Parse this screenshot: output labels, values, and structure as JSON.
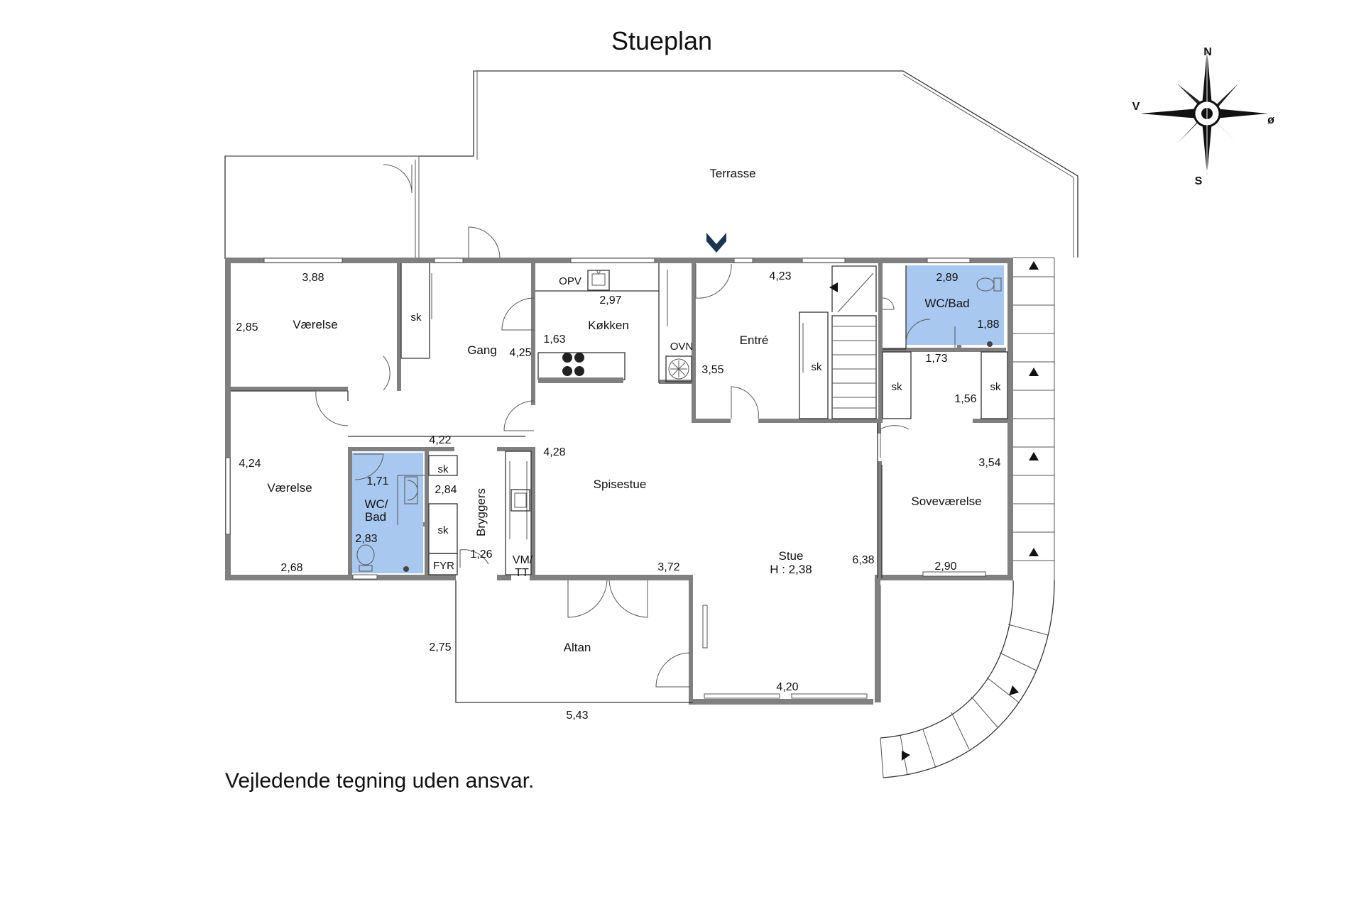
{
  "title": "Stueplan",
  "disclaimer": "Vejledende tegning uden ansvar.",
  "colors": {
    "wall": "#808080",
    "bath": "#a8c8f0",
    "entry_marker": "#1a3550"
  },
  "compass": {
    "north": "N",
    "south": "S",
    "west": "V",
    "east": "ø"
  },
  "rooms": {
    "terrasse": "Terrasse",
    "vaerelse_1": "Værelse",
    "vaerelse_2": "Værelse",
    "gang": "Gang",
    "koekken": "Køkken",
    "entre": "Entré",
    "wc_bad_1": "WC/Bad",
    "wc_bad_2_line1": "WC/",
    "wc_bad_2_line2": "Bad",
    "bryggers": "Bryggers",
    "spisestue": "Spisestue",
    "stue": "Stue",
    "stue_height": "H : 2,38",
    "sovevaerelse": "Soveværelse",
    "altan": "Altan"
  },
  "fixtures": {
    "opv": "OPV",
    "ovn": "OVN",
    "fyr": "FYR",
    "vm_line1": "VM/",
    "vm_line2": "TT",
    "sk": "sk"
  },
  "dimensions": {
    "d_388": "3,88",
    "d_285": "2,85",
    "d_297": "2,97",
    "d_163": "1,63",
    "d_425": "4,25",
    "d_423": "4,23",
    "d_355": "3,55",
    "d_289": "2,89",
    "d_188": "1,88",
    "d_173": "1,73",
    "d_156": "1,56",
    "d_422": "4,22",
    "d_424": "4,24",
    "d_171": "1,71",
    "d_284": "2,84",
    "d_283": "2,83",
    "d_126": "1,26",
    "d_428": "4,28",
    "d_268": "2,68",
    "d_372": "3,72",
    "d_638": "6,38",
    "d_354": "3,54",
    "d_290": "2,90",
    "d_275": "2,75",
    "d_543": "5,43",
    "d_420": "4,20"
  }
}
